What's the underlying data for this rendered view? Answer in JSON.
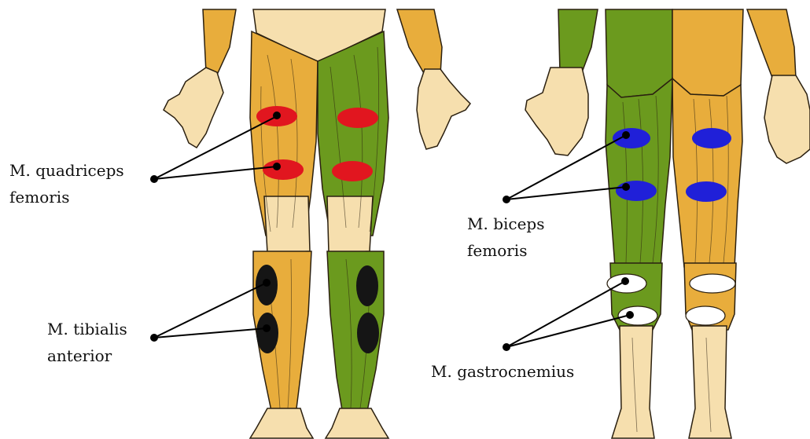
{
  "colors": {
    "skin": "#f6dfae",
    "muscle_orange": "#e8ad3c",
    "muscle_green": "#6b9a1e",
    "outline": "#2b2010",
    "electrode_red": "#e1161f",
    "electrode_blue": "#2020d8",
    "electrode_black": "#151515",
    "electrode_white": "#ffffff",
    "pointer": "#000000"
  },
  "labels": {
    "quadriceps": {
      "line1": "M. quadriceps",
      "line2": "femoris"
    },
    "tibialis": {
      "line1": "M. tibialis",
      "line2": "anterior"
    },
    "biceps": {
      "line1": "M. biceps",
      "line2": "femoris"
    },
    "gastrocnemius": {
      "line1": "M. gastrocnemius"
    }
  }
}
